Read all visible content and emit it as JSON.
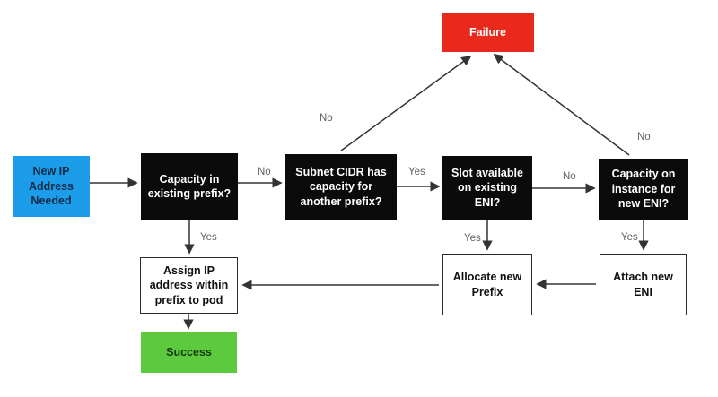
{
  "colors": {
    "start_blue": "#1d9ce9",
    "decision_black": "#0b0b0b",
    "failure_red": "#e8291c",
    "success_green": "#5cc93e",
    "process_white": "#ffffff",
    "arrow_stroke": "#333333",
    "edge_label_gray": "#606060"
  },
  "nodes": {
    "start": {
      "label": "New IP\nAddress\nNeeded"
    },
    "capacity_existing_prefix": {
      "label": "Capacity in\nexisting prefix?"
    },
    "subnet_cidr": {
      "label": "Subnet CIDR has\ncapacity for\nanother prefix?"
    },
    "slot_available": {
      "label": "Slot available\non existing\nENI?"
    },
    "capacity_instance": {
      "label": "Capacity on\ninstance for\nnew ENI?"
    },
    "failure": {
      "label": "Failure"
    },
    "assign_ip": {
      "label": "Assign IP\naddress within\nprefix to pod"
    },
    "allocate_prefix": {
      "label": "Allocate new\nPrefix"
    },
    "attach_eni": {
      "label": "Attach new\nENI"
    },
    "success": {
      "label": "Success"
    }
  },
  "edges": {
    "capacity_no": {
      "label": "No"
    },
    "capacity_yes": {
      "label": "Yes"
    },
    "subnet_no": {
      "label": "No"
    },
    "subnet_yes": {
      "label": "Yes"
    },
    "slot_yes": {
      "label": "Yes"
    },
    "slot_no": {
      "label": "No"
    },
    "instance_no": {
      "label": "No"
    },
    "instance_yes": {
      "label": "Yes"
    }
  }
}
